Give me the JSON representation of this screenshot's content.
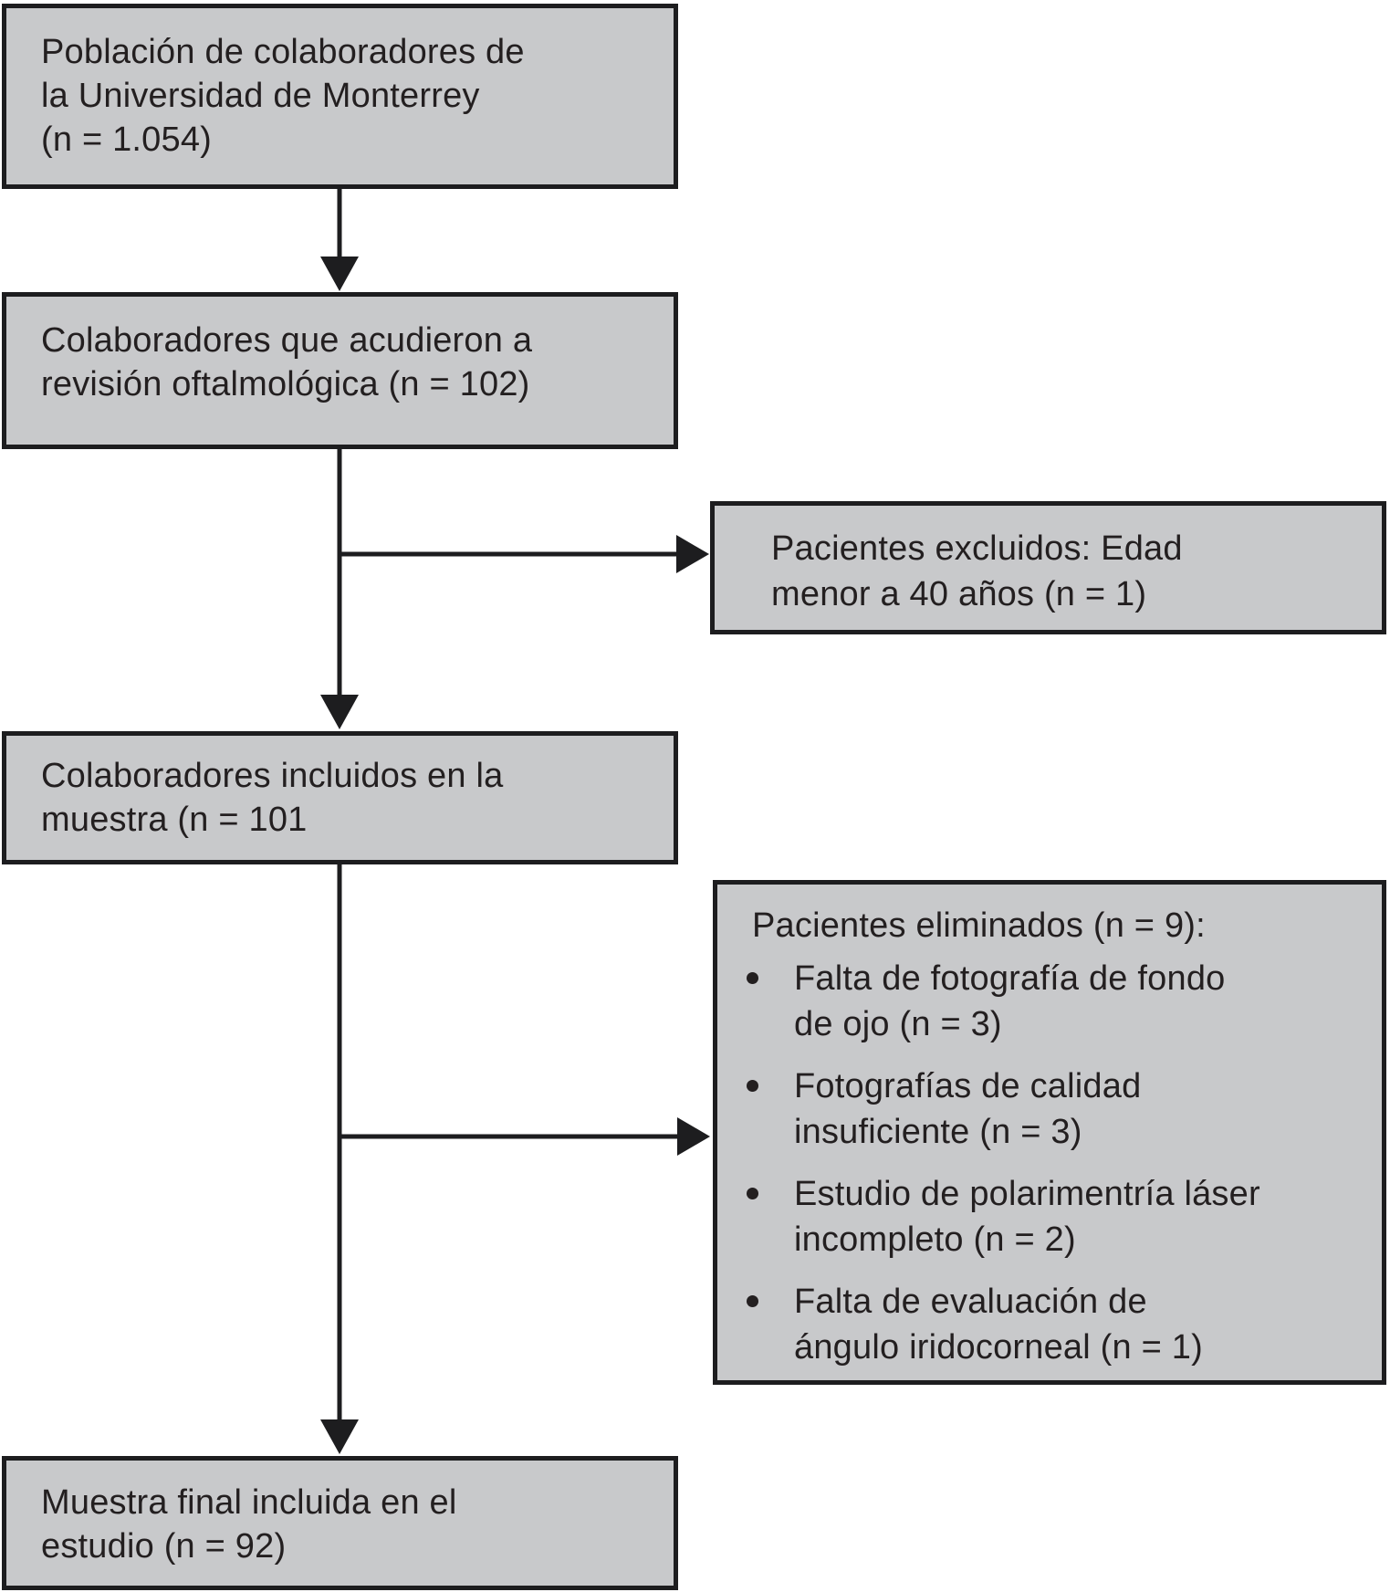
{
  "diagram": {
    "boxes": {
      "population": {
        "text": "Población de colaboradores de\nla Universidad de Monterrey\n(n = 1.054)"
      },
      "attended": {
        "text": "Colaboradores que acudieron a\nrevisión oftalmológica (n = 102)"
      },
      "excluded": {
        "text": "Pacientes excluidos: Edad\nmenor a 40 años (n = 1)"
      },
      "included": {
        "text": "Colaboradores incluidos en la\nmuestra (n = 101"
      },
      "eliminated": {
        "title": "Pacientes eliminados (n = 9):",
        "bullets": [
          "Falta de fotografía de fondo\nde ojo (n = 3)",
          "Fotografías de calidad\ninsuficiente (n = 3)",
          "Estudio de polarimentría láser\nincompleto (n = 2)",
          "Falta de evaluación de\nángulo iridocorneal (n = 1)"
        ]
      },
      "final": {
        "text": "Muestra final incluida en el\nestudio (n = 92)"
      }
    },
    "colors": {
      "background": "#ffffff",
      "box_fill": "#c8c9cb",
      "box_border": "#1d1d1f",
      "text": "#231f20",
      "connector": "#1d1d1f"
    }
  }
}
